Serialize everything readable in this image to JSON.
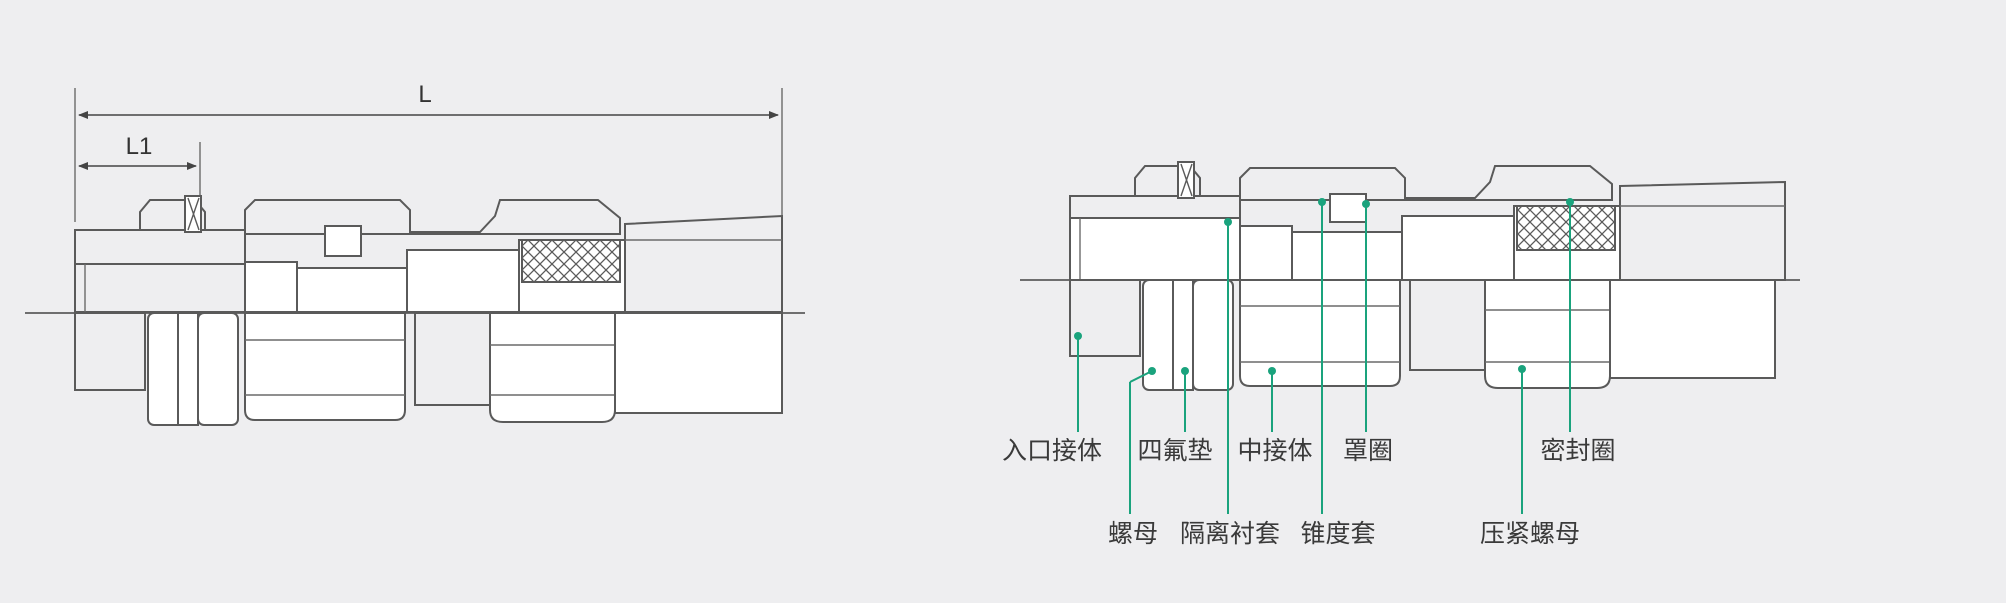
{
  "dimensions": {
    "overall_label": "L",
    "partial_label": "L1"
  },
  "labels": {
    "inlet_body": "入口接体",
    "ptfe_gasket": "四氟垫",
    "middle_body": "中接体",
    "cover_ring": "罩圈",
    "seal_ring": "密封圈",
    "nut": "螺母",
    "isolation_sleeve": "隔离衬套",
    "cone_sleeve": "锥度套",
    "compression_nut": "压紧螺母"
  },
  "colors": {
    "background": "#eeeef0",
    "line": "#5a5a5a",
    "leader": "#1aa37d"
  }
}
